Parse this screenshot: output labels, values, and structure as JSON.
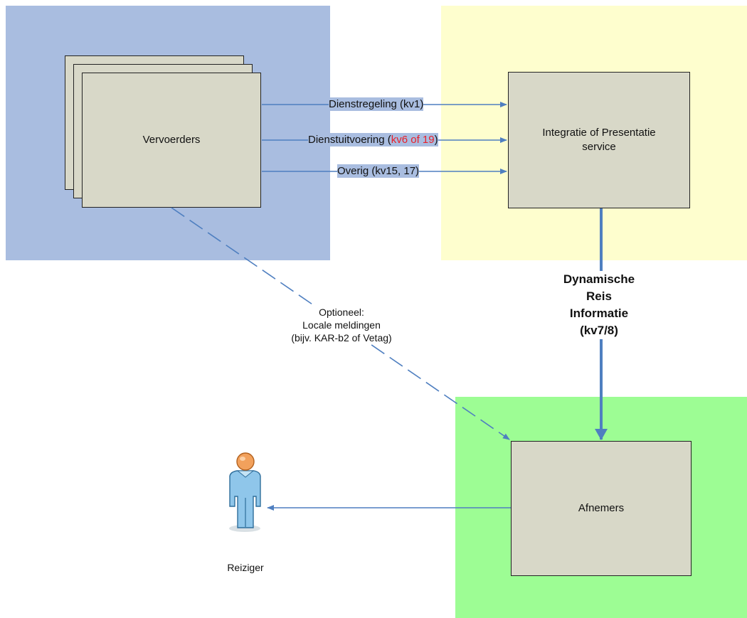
{
  "colors": {
    "vervoerders_zone": "#a9bde0",
    "service_zone": "#fefece",
    "afnemers_zone": "#9dfd94",
    "box_fill": "#d8d8c8",
    "arrow": "#4f7fc0",
    "highlight": "#e8202a"
  },
  "boxes": {
    "vervoerders": "Vervoerders",
    "service_line1": "Integratie of Presentatie",
    "service_line2": "service",
    "afnemers": "Afnemers"
  },
  "flows": {
    "dienstregeling": "Dienstregeling (kv1)",
    "dienstuitvoering_prefix": "Dienstuitvoering (",
    "dienstuitvoering_highlight": "kv6 of 19",
    "dienstuitvoering_suffix": ")",
    "overig": "Overig (kv15, 17)"
  },
  "dris": {
    "line1": "Dynamische",
    "line2": "Reis",
    "line3": "Informatie",
    "line4": "(kv7/8)"
  },
  "optional": {
    "line1": "Optioneel:",
    "line2": "Locale meldingen",
    "line3": "(bijv. KAR-b2 of Vetag)"
  },
  "actor": {
    "label": "Reiziger",
    "icon": "person-icon"
  }
}
